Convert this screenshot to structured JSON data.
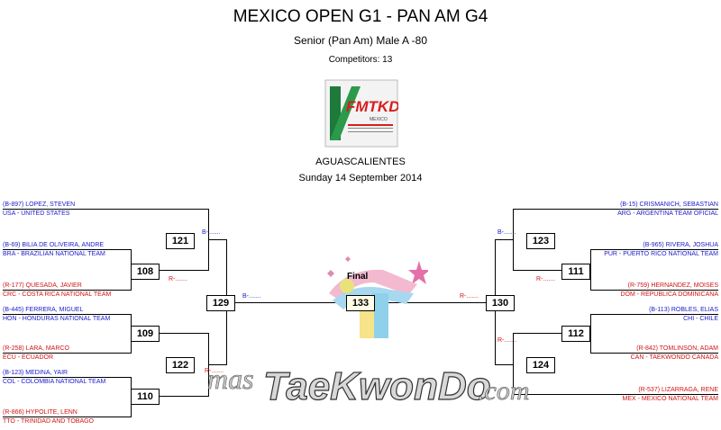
{
  "header": {
    "title": "MEXICO OPEN G1 - PAN AM G4",
    "subtitle": "Senior (Pan Am) Male A -80",
    "competitors": "Competitors: 13",
    "venue": "AGUASCALIENTES",
    "date": "Sunday 14 September 2014"
  },
  "logo": {
    "text": "FMTKD",
    "sub": "MEXICO"
  },
  "left": {
    "competitors": [
      {
        "name": "(B-897) LOPEZ, STEVEN",
        "team": "USA - UNITED STATES",
        "color": "blue"
      },
      {
        "name": "(B-69) BILIA DE OLIVEIRA, ANDRE",
        "team": "BRA - BRAZILIAN NATIONAL TEAM",
        "color": "blue"
      },
      {
        "name": "(R-177) QUESADA, JAVIER",
        "team": "CRC - COSTA RICA NATIONAL TEAM",
        "color": "red"
      },
      {
        "name": "(B-445) FERRERA, MIGUEL",
        "team": "HON - HONDURAS NATIONAL TEAM",
        "color": "blue"
      },
      {
        "name": "(R-258) LARA, MARCO",
        "team": "ECU - ECUADOR",
        "color": "red"
      },
      {
        "name": "(B-123) MEDINA, YAIR",
        "team": "COL - COLOMBIA NATIONAL   TEAM",
        "color": "blue"
      },
      {
        "name": "(R-866) HYPOLITE, LENN",
        "team": "TTO - TRINIDAD AND TOBAGO",
        "color": "red"
      }
    ],
    "matches": {
      "m121": "121",
      "m108": "108",
      "m109": "109",
      "m110": "110",
      "m122": "122",
      "m129": "129"
    },
    "slots": {
      "blue": "B-.......",
      "red": "R-......."
    }
  },
  "right": {
    "competitors": [
      {
        "name": "(B-15) CRISMANICH, SEBASTIAN",
        "team": "ARG - ARGENTINA TEAM OFICIAL",
        "color": "blue"
      },
      {
        "name": "(B-965) RIVERA, JOSHUA",
        "team": "PUR - PUERTO RICO NATIONAL TEAM",
        "color": "blue"
      },
      {
        "name": "(R-759) HERNANDEZ, MOISES",
        "team": "DOM - REPUBLICA DOMINICANA",
        "color": "red"
      },
      {
        "name": "(B-113) ROBLES, ELIAS",
        "team": "CHI - CHILE",
        "color": "blue"
      },
      {
        "name": "(R-842) TOMLINSON, ADAM",
        "team": "CAN - TAEKWONDO CANADA",
        "color": "red"
      },
      {
        "name": "(R-537) LIZARRAGA, RENE",
        "team": "MEX - MEXICO NATIONAL TEAM",
        "color": "red"
      }
    ],
    "matches": {
      "m123": "123",
      "m111": "111",
      "m112": "112",
      "m124": "124",
      "m130": "130"
    }
  },
  "final": {
    "label": "Final",
    "match": "133"
  },
  "watermark": {
    "prefix": "mas",
    "brand": "TaeKwonDo",
    "suffix": ".com"
  },
  "colors": {
    "blue": "#1a1ac8",
    "red": "#d01414"
  }
}
